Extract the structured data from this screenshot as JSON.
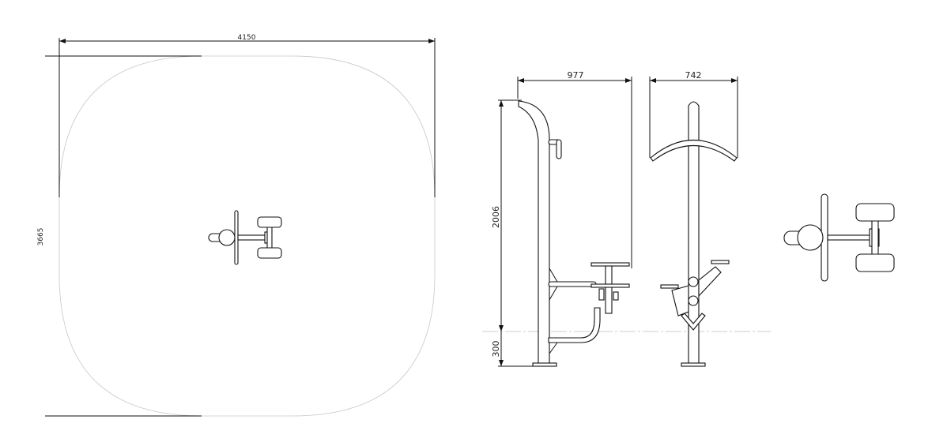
{
  "drawing": {
    "plan_view": {
      "width_label": "4150",
      "depth_label": "3665"
    },
    "side_view": {
      "width_label": "977",
      "height_label": "2006",
      "foundation_label": "300"
    },
    "front_view": {
      "width_label": "742"
    }
  },
  "colors": {
    "line": "#111111",
    "safety_zone": "#bbbbbb",
    "ground": "#999999"
  }
}
